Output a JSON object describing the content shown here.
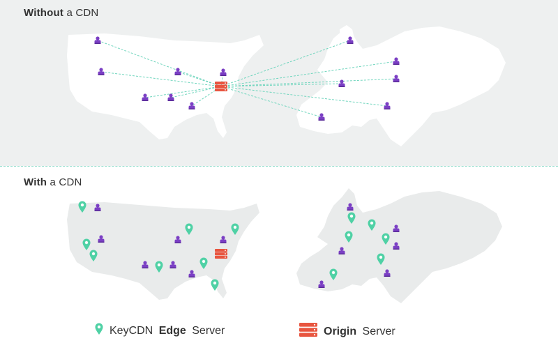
{
  "sections": {
    "without": {
      "title_bold": "Without",
      "title_rest": " a CDN"
    },
    "with": {
      "title_bold": "With",
      "title_rest": " a CDN"
    }
  },
  "legend": {
    "edge": {
      "prefix": "KeyCDN ",
      "bold": "Edge",
      "suffix": " Server"
    },
    "origin": {
      "prefix": "",
      "bold": "Origin",
      "suffix": " Server"
    }
  },
  "colors": {
    "panel_bg": "#eef0f0",
    "land": "#ffffff",
    "land_bottom": "#e9ebeb",
    "user": "#7b3fc4",
    "edge_pin": "#4fd1a5",
    "origin": "#e8553f",
    "connection": "#6fd5bd"
  },
  "icons": {
    "user": "user-icon",
    "edge": "map-pin-icon",
    "origin": "server-stack-icon"
  }
}
